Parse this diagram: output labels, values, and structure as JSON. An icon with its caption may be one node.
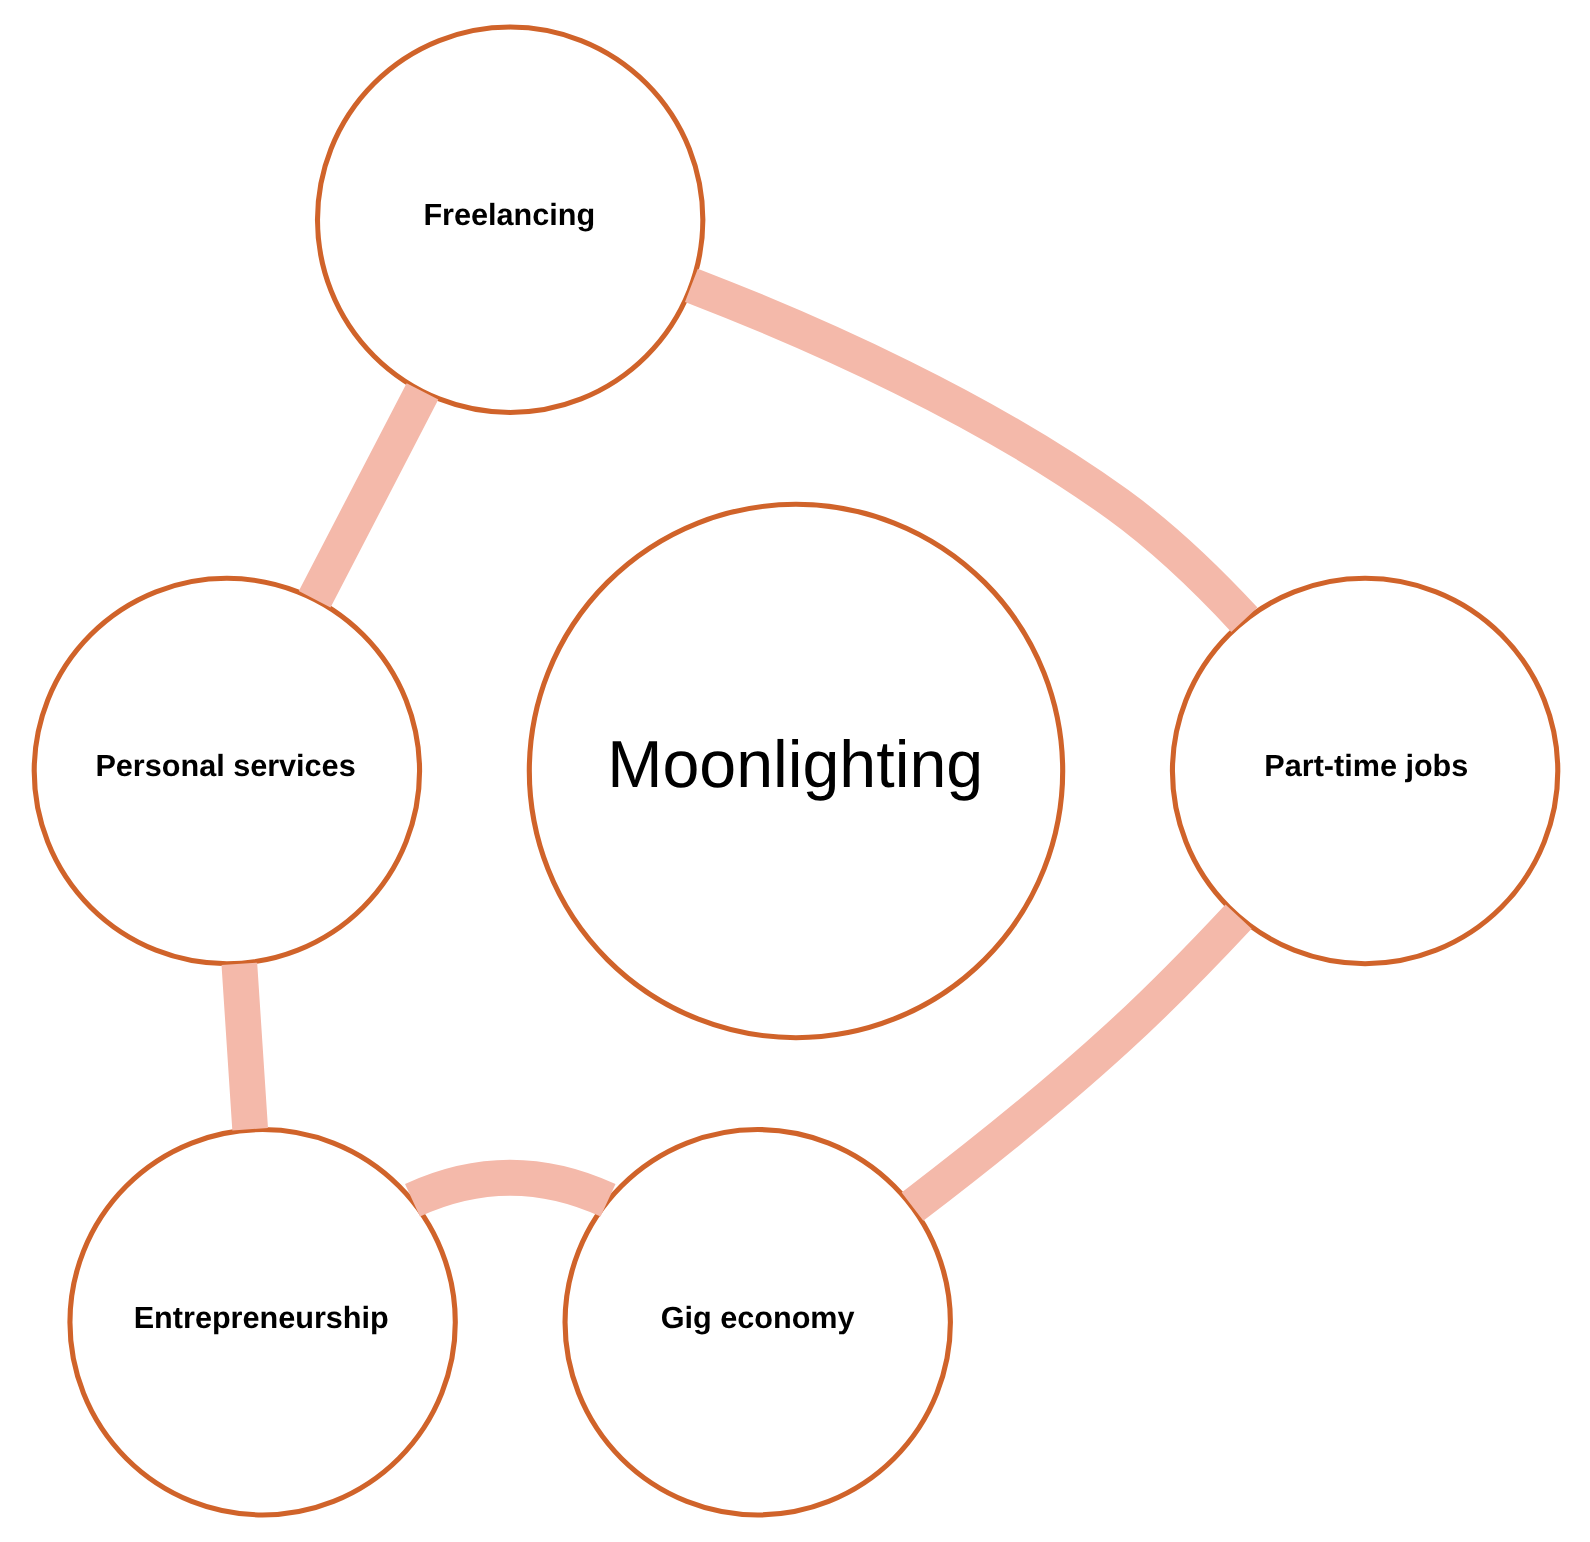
{
  "diagram": {
    "nodes": [
      {
        "text": [
          "Freelancing"
        ]
      },
      {
        "text": [
          "Personal services"
        ]
      },
      {
        "text": [
          "Part-time jobs"
        ]
      },
      {
        "text": [
          "Moonlighting"
        ]
      },
      {
        "text": [
          "Entrepreneurship"
        ]
      },
      {
        "text": [
          "Gig economy"
        ]
      }
    ],
    "edges": [
      {
        "from": 0,
        "to": 2,
        "arrow": "none"
      },
      {
        "from": 2,
        "to": 5,
        "arrow": "none"
      },
      {
        "from": 5,
        "to": 4,
        "arrow": "none"
      },
      {
        "from": 4,
        "to": 1,
        "arrow": "none"
      },
      {
        "from": 1,
        "to": 0,
        "arrow": "none"
      }
    ]
  }
}
